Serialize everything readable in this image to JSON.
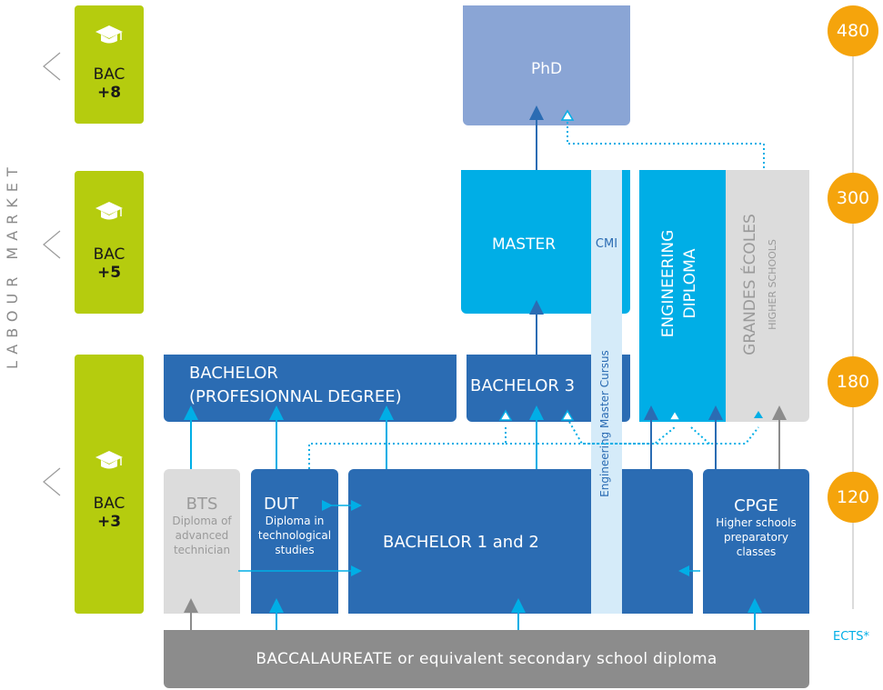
{
  "side_label": "LABOUR MARKET",
  "bac_levels": [
    {
      "line1": "BAC",
      "line2": "+8"
    },
    {
      "line1": "BAC",
      "line2": "+5"
    },
    {
      "line1": "BAC",
      "line2": "+3"
    }
  ],
  "ects": {
    "v480": "480",
    "v300": "300",
    "v180": "180",
    "v120": "120",
    "label": "ECTS*"
  },
  "boxes": {
    "phd": "PhD",
    "master": "MASTER",
    "cmi": "CMI",
    "cmi_full": "Engineering Master Cursus",
    "engineering_line1": "ENGINEERING",
    "engineering_line2": "DIPLOMA",
    "grandes_ecoles": "GRANDES ÉCOLES",
    "higher_schools": "HIGHER SCHOOLS",
    "bachelor_pro_line1": "BACHELOR",
    "bachelor_pro_line2": "(PROFESIONNAL DEGREE)",
    "bachelor3": "BACHELOR 3",
    "bts_title": "BTS",
    "bts_sub": [
      "Diploma of",
      "advanced",
      "technician"
    ],
    "dut_title": "DUT",
    "dut_sub": [
      "Diploma in",
      "technological",
      "studies"
    ],
    "bachelor12": "BACHELOR 1 and 2",
    "cpge_title": "CPGE",
    "cpge_sub": [
      "Higher schools",
      "preparatory",
      "classes"
    ],
    "baccalaureate": "BACCALAUREATE or equivalent secondary school diploma"
  },
  "colors": {
    "lime": "#b5cc0e",
    "orange": "#f5a40c",
    "dark_blue": "#2b6cb3",
    "cyan": "#00aee6",
    "light_blue": "#d5ebf9",
    "phd": "#8aa5d5",
    "grey": "#dcdcdc",
    "dark_grey": "#8c8c8c"
  }
}
